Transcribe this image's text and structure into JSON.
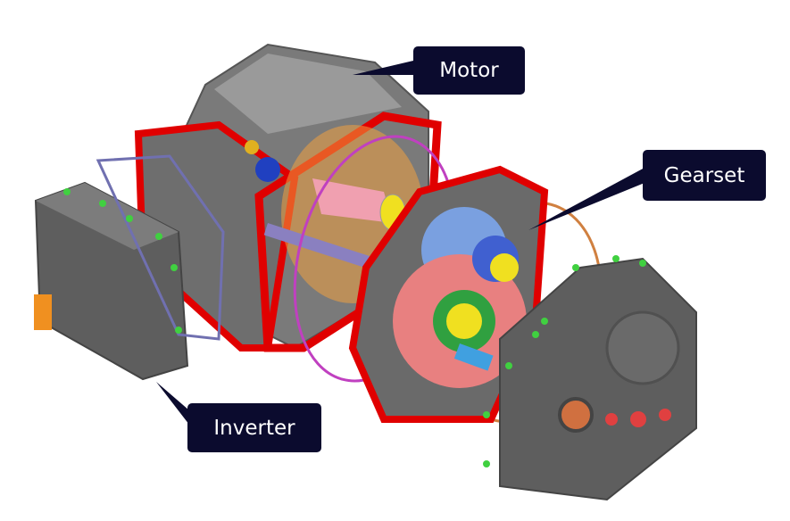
{
  "title": "Exploded view of electric drive unit",
  "labels": {
    "motor": "Motor",
    "gearset": "Gearset",
    "inverter": "Inverter"
  },
  "colors": {
    "callout_bg": "#0b0b2e",
    "housing": "#6b6b6b",
    "flange": "#e00000",
    "gasket_pink": "#c040c0",
    "gasket_orange": "#d08040",
    "gear_blue": "#7aa0e0",
    "gear_pink": "#e88080",
    "gear_yellow": "#f0e020",
    "bolt_green": "#40d040"
  }
}
